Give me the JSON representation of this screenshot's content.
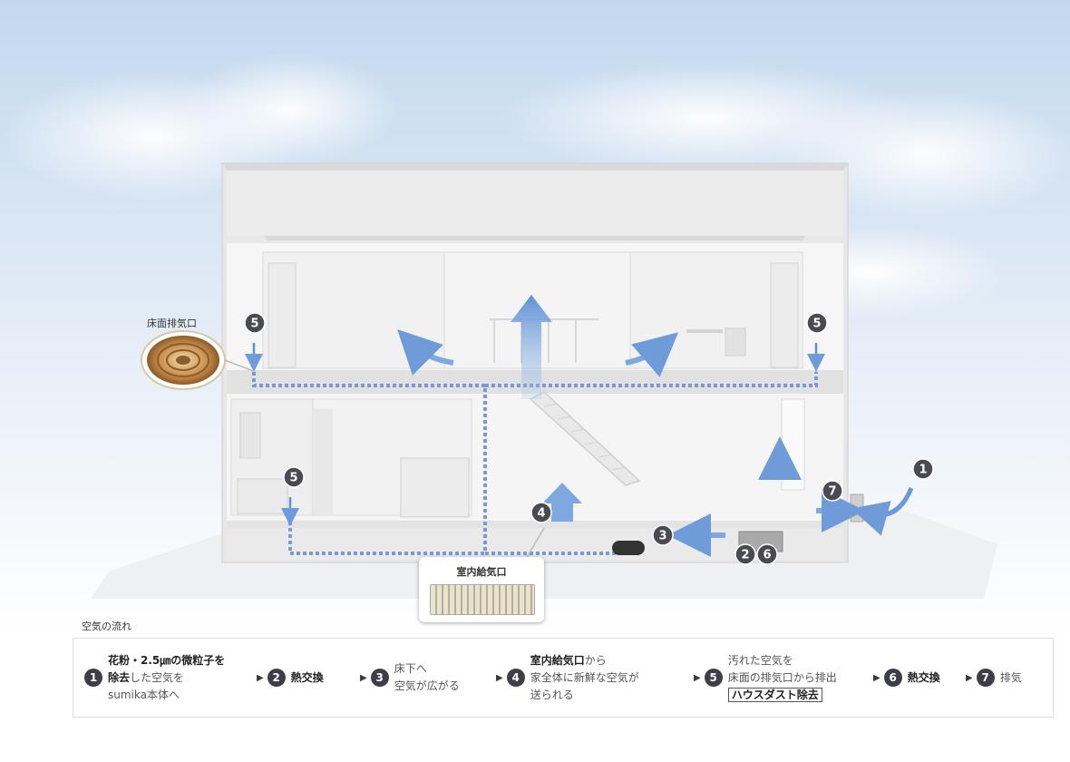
{
  "callouts": {
    "floor_exhaust_label": "床面排気口",
    "indoor_supply_label": "室内給気口"
  },
  "badges": [
    {
      "id": "b5a",
      "text": "5"
    },
    {
      "id": "b5b",
      "text": "5"
    },
    {
      "id": "b5c",
      "text": "5"
    },
    {
      "id": "b4",
      "text": "4"
    },
    {
      "id": "b3",
      "text": "3"
    },
    {
      "id": "b2",
      "text": "2"
    },
    {
      "id": "b6",
      "text": "6"
    },
    {
      "id": "b7",
      "text": "7"
    },
    {
      "id": "b1",
      "text": "1"
    }
  ],
  "legend": {
    "title": "空気の流れ",
    "steps": [
      {
        "num": "1",
        "line1_bold": "花粉・2.5㎛の微粒子を",
        "line2_bold": "除去",
        "line2_rest": "した空気を",
        "line3": "sumika本体へ"
      },
      {
        "num": "2",
        "text": "熱交換"
      },
      {
        "num": "3",
        "line1": "床下へ",
        "line2": "空気が広がる"
      },
      {
        "num": "4",
        "line1_bold": "室内給気口",
        "line1_rest": "から",
        "line2": "家全体に新鮮な空気が",
        "line3": "送られる"
      },
      {
        "num": "5",
        "line1": "汚れた空気を",
        "line2": "床面の排気口から排出",
        "line3_boxed": "ハウスダスト除去"
      },
      {
        "num": "6",
        "text": "熱交換"
      },
      {
        "num": "7",
        "text": "排気"
      }
    ]
  },
  "colors": {
    "sky_top": "#c9dcef",
    "house_wall": "#f4f4f4",
    "duct_blue": "#6f8fd0",
    "arrow_blue": "#7aa6dc",
    "badge": "#4a4a52"
  }
}
